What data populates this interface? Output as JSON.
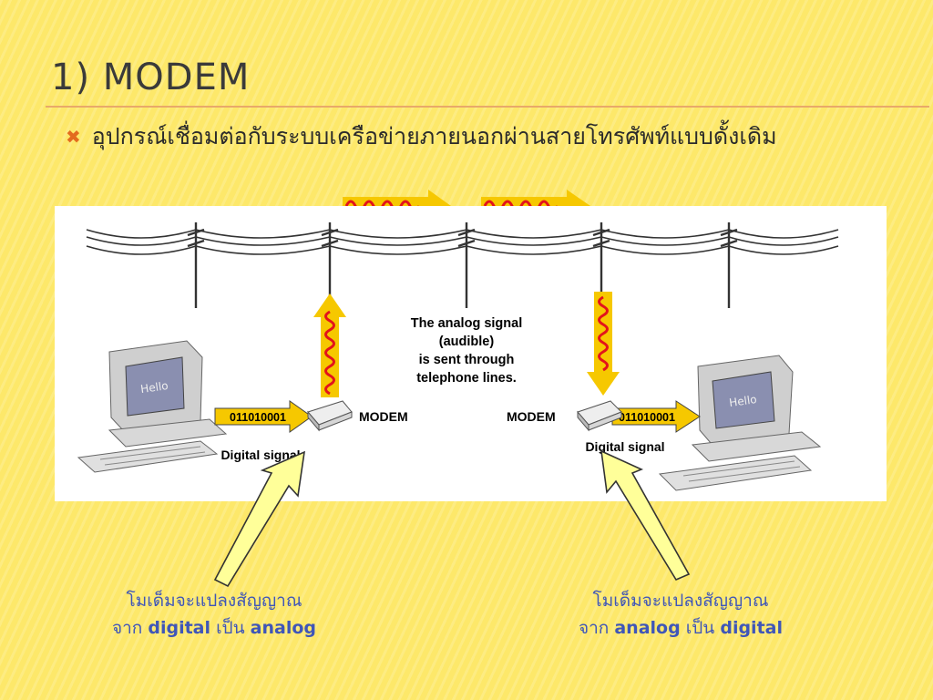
{
  "slide": {
    "title": "1) MODEM",
    "bullet": "อุปกรณ์เชื่อมต่อกับระบบเครือข่ายภายนอกผ่านสายโทรศัพท์แบบดั้งเดิม",
    "bullet_icon": "x-mark-icon"
  },
  "diagram": {
    "center_text": [
      "The analog signal",
      "(audible)",
      "is sent through",
      "telephone lines."
    ],
    "left_binary": "011010001",
    "right_binary": "011010001",
    "left_modem_label": "MODEM",
    "right_modem_label": "MODEM",
    "left_signal_label": "Digital signal",
    "right_signal_label": "Digital signal",
    "left_screen_text": "Hello",
    "right_screen_text": "Hello"
  },
  "captions": {
    "left": {
      "line1": "โมเด็มจะแปลงสัญญาณ",
      "from": "จาก",
      "a": "digital",
      "to": "เป็น",
      "b": "analog"
    },
    "right": {
      "line1": "โมเด็มจะแปลงสัญญาณ",
      "from": "จาก",
      "a": "analog",
      "to": "เป็น",
      "b": "digital"
    }
  },
  "colors": {
    "background": "#fde86a",
    "accent_orange": "#e36b1f",
    "signal_red": "#e3131b",
    "arrow_yellow": "#f6c800",
    "caption_blue": "#3f56b8"
  }
}
